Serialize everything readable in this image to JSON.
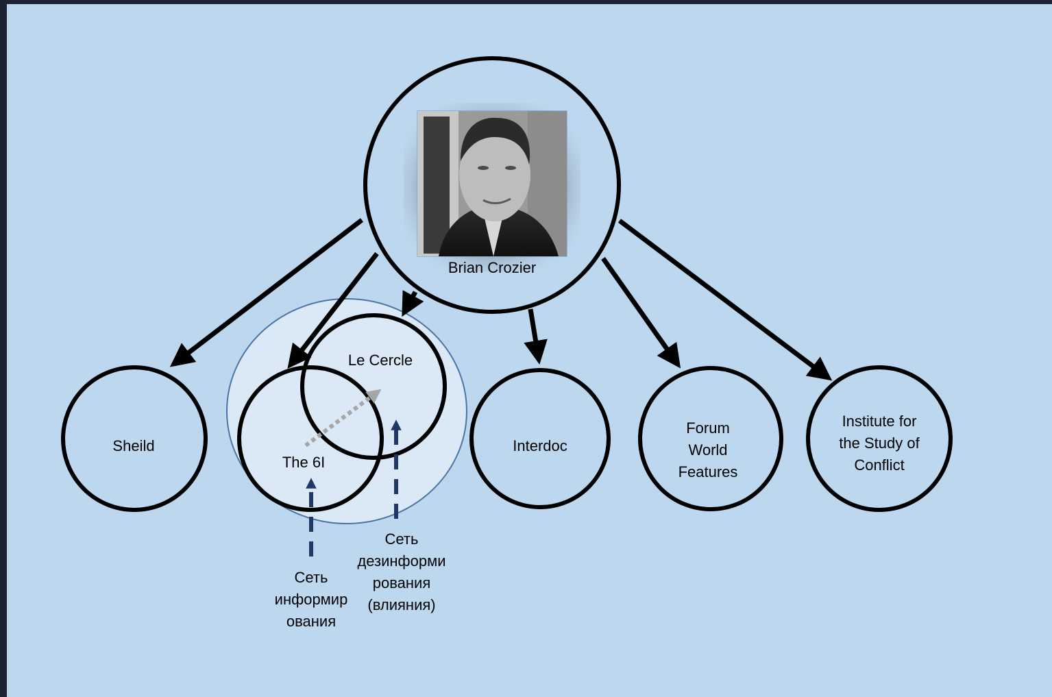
{
  "center": {
    "name": "Brian Crozier",
    "photo_icon": "portrait-photo"
  },
  "organizations": {
    "sheild": "Sheild",
    "le_cercle": "Le Cercle",
    "the_6i": "The 6I",
    "interdoc": "Interdoc",
    "forum_world_features": "Forum\nWorld\nFeatures",
    "institute": "Institute for\nthe Study of\nConflict"
  },
  "network_labels": {
    "information": "Сеть\nинформир\nования",
    "disinformation": "Сеть\nдезинформи\nрования\n(влияния)"
  },
  "colors": {
    "background": "#bdd7ee",
    "frame": "#1c2431",
    "cluster_fill": "#dbe8f5",
    "cluster_stroke": "#4a74a6",
    "dashed_arrow": "#1f3864",
    "dotted_arrow": "#a6a6a6"
  }
}
